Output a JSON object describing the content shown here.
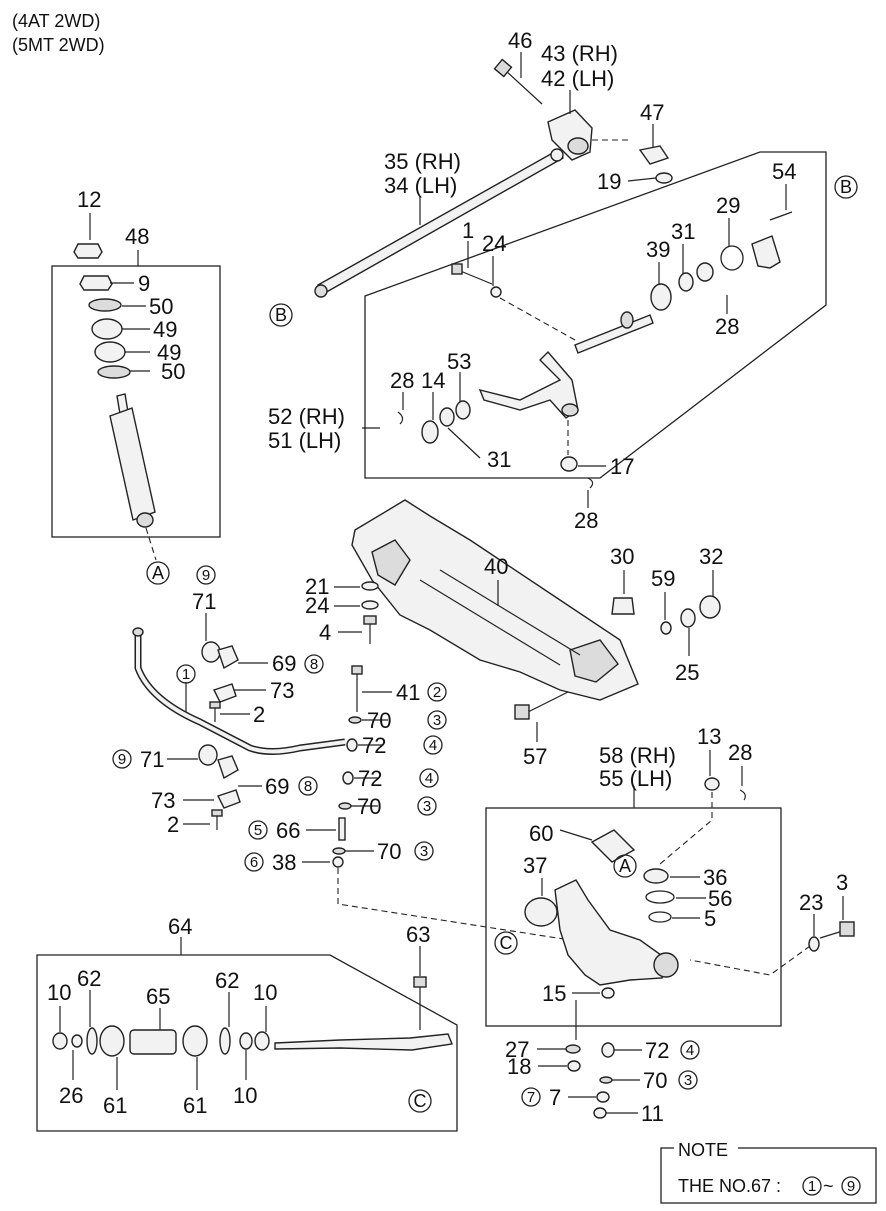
{
  "header": {
    "line1": "(4AT 2WD)",
    "line2": "(5MT 2WD)"
  },
  "note": {
    "title": "NOTE",
    "text_prefix": "THE NO.67 :",
    "range_start": "1",
    "range_sep": "~",
    "range_end": "9"
  },
  "ref_markers": {
    "A": "A",
    "B": "B",
    "C": "C"
  },
  "labels": {
    "p46": "46",
    "p43": "43 (RH)",
    "p42": "42 (LH)",
    "p47": "47",
    "p19": "19",
    "p35": "35 (RH)",
    "p34": "34 (LH)",
    "p54": "54",
    "p12": "12",
    "p48": "48",
    "p9": "9",
    "p50a": "50",
    "p49a": "49",
    "p49b": "49",
    "p50b": "50",
    "p1": "1",
    "p24a": "24",
    "p39": "39",
    "p31a": "31",
    "p29": "29",
    "p28a": "28",
    "p28b": "28",
    "p14": "14",
    "p53": "53",
    "p52": "52 (RH)",
    "p51": "51 (LH)",
    "p31b": "31",
    "p17": "17",
    "p28c": "28",
    "p30": "30",
    "p40": "40",
    "p32": "32",
    "p21": "21",
    "p24b": "24",
    "p4": "4",
    "p59": "59",
    "p25": "25",
    "p71a": "71",
    "p69a": "69",
    "p73a": "73",
    "p2a": "2",
    "p41": "41",
    "p70a": "70",
    "p72a": "72",
    "p57": "57",
    "p71b": "71",
    "p69b": "69",
    "p72b": "72",
    "p73b": "73",
    "p70b": "70",
    "p2b": "2",
    "p66": "66",
    "p70c": "70",
    "p38": "38",
    "p58": "58 (RH)",
    "p55": "55 (LH)",
    "p13": "13",
    "p28d": "28",
    "p60": "60",
    "p37": "37",
    "p36": "36",
    "p56": "56",
    "p5": "5",
    "p23": "23",
    "p3": "3",
    "p15": "15",
    "p64": "64",
    "p63": "63",
    "p10a": "10",
    "p62a": "62",
    "p65": "65",
    "p62b": "62",
    "p10b": "10",
    "p26": "26",
    "p61a": "61",
    "p61b": "61",
    "p10c": "10",
    "p27": "27",
    "p72c": "72",
    "p18": "18",
    "p70d": "70",
    "p7": "7",
    "p11": "11"
  },
  "circled": {
    "c9a": "9",
    "c8a": "8",
    "c2": "2",
    "c3a": "3",
    "c4a": "4",
    "c9b": "9",
    "c8b": "8",
    "c4b": "4",
    "c3b": "3",
    "c5": "5",
    "c3c": "3",
    "c6": "6",
    "c1": "1",
    "c4c": "4",
    "c3d": "3",
    "c7": "7"
  }
}
